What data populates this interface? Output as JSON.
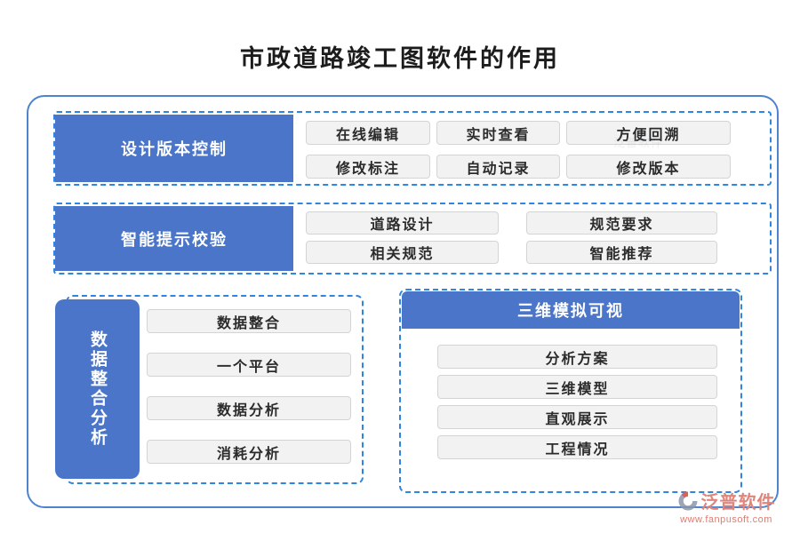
{
  "title": "市政道路竣工图软件的作用",
  "sections": {
    "version_control": {
      "label": "设计版本控制",
      "items": [
        "在线编辑",
        "实时查看",
        "方便回溯",
        "修改标注",
        "自动记录",
        "修改版本"
      ]
    },
    "smart_check": {
      "label": "智能提示校验",
      "items": [
        "道路设计",
        "规范要求",
        "相关规范",
        "智能推荐"
      ]
    },
    "data_analysis": {
      "label": "数据整合分析",
      "items": [
        "数据整合",
        "一个平台",
        "数据分析",
        "消耗分析"
      ]
    },
    "three_d": {
      "label": "三维模拟可视",
      "items": [
        "分析方案",
        "三维模型",
        "直观展示",
        "工程情况"
      ]
    }
  },
  "footer": {
    "brand": "泛普软件",
    "website": "www.fanpusoft.com"
  },
  "colors": {
    "primary_blue": "#4a75c9",
    "dashed_border_blue": "#2e86e0",
    "outer_border_blue": "#4f83ce",
    "chip_background": "#f2f2f2",
    "chip_border": "#d4d4d4",
    "title_text": "#1c1c1c",
    "brand_salmon": "#e0857b",
    "logo_gray": "#8b96a8",
    "logo_orange": "#e0584e"
  }
}
